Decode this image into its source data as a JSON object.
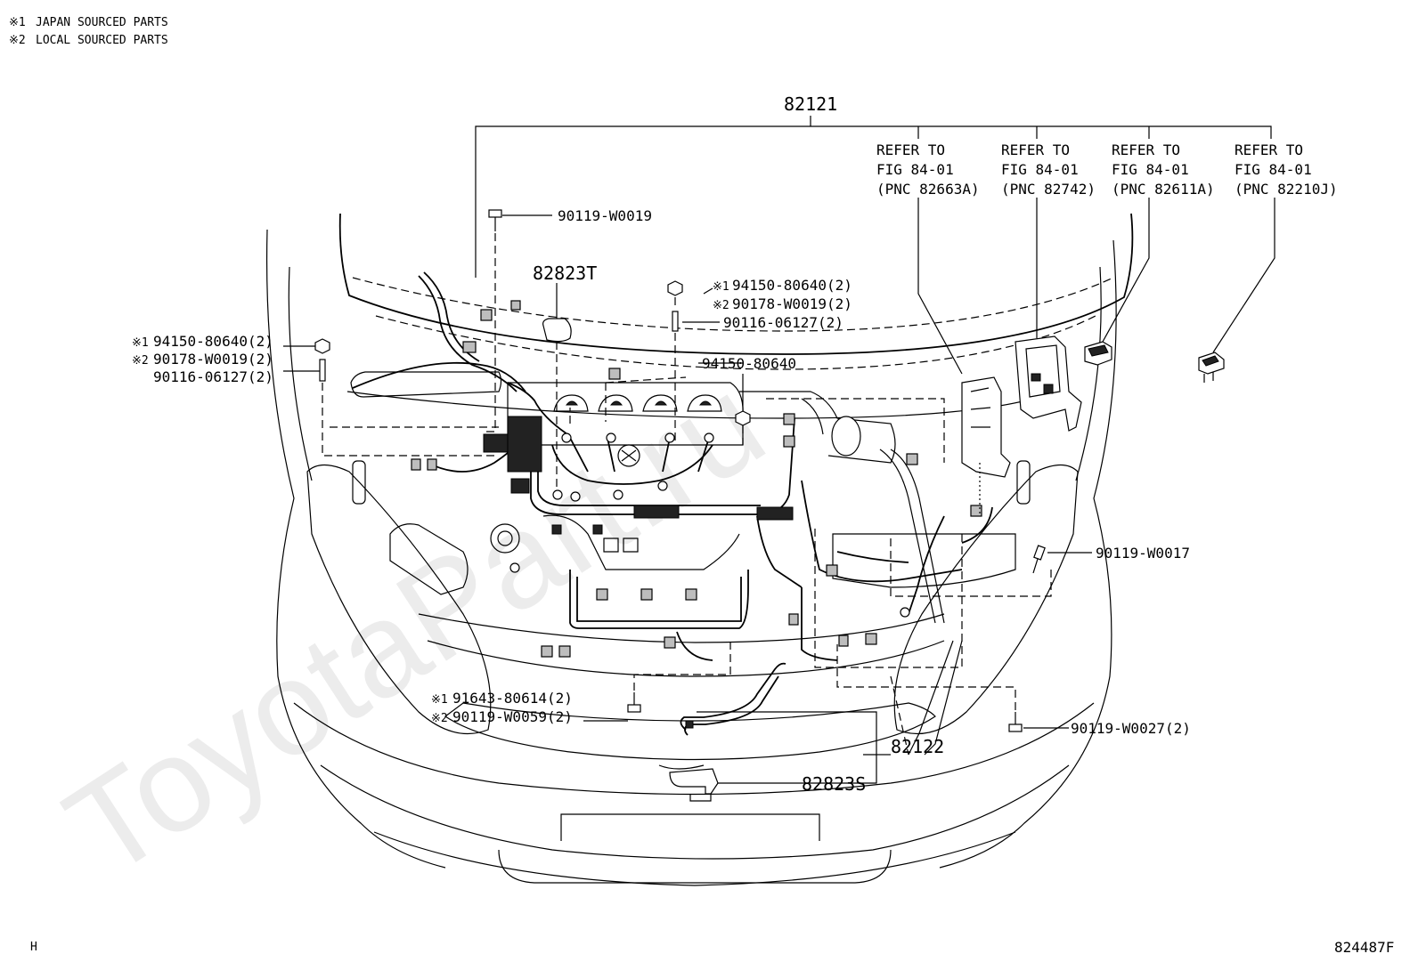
{
  "notes": [
    {
      "mark": "※1",
      "text": "JAPAN SOURCED PARTS"
    },
    {
      "mark": "※2",
      "text": "LOCAL SOURCED PARTS"
    }
  ],
  "watermark": "ToyotaPart.ru",
  "header_part": "82121",
  "refer_boxes": [
    {
      "line1": "REFER TO",
      "line2": "FIG 84-01",
      "line3": "(PNC 82663A)"
    },
    {
      "line1": "REFER TO",
      "line2": "FIG 84-01",
      "line3": "(PNC 82742)"
    },
    {
      "line1": "REFER TO",
      "line2": "FIG 84-01",
      "line3": "(PNC 82611A)"
    },
    {
      "line1": "REFER TO",
      "line2": "FIG 84-01",
      "line3": "(PNC 82210J)"
    }
  ],
  "labels": {
    "bolt_top": "90119-W0019",
    "bracket_t": "82823T",
    "nut_right_1": "94150-80640(2)",
    "nut_right_2": "90178-W0019(2)",
    "stud_right": "90116-06127(2)",
    "nut_center": "94150-80640",
    "nut_left_1": "94150-80640(2)",
    "nut_left_2": "90178-W0019(2)",
    "stud_left": "90116-06127(2)",
    "bolt_w0017": "90119-W0017",
    "bolt_lower_1": "91643-80614(2)",
    "bolt_lower_2": "90119-W0059(2)",
    "bolt_w0027": "90119-W0027(2)",
    "harness_82122": "82122",
    "bracket_s": "82823S"
  },
  "marks": {
    "m1": "※1",
    "m2": "※2"
  },
  "footer_left": "H",
  "footer_right": "824487F"
}
